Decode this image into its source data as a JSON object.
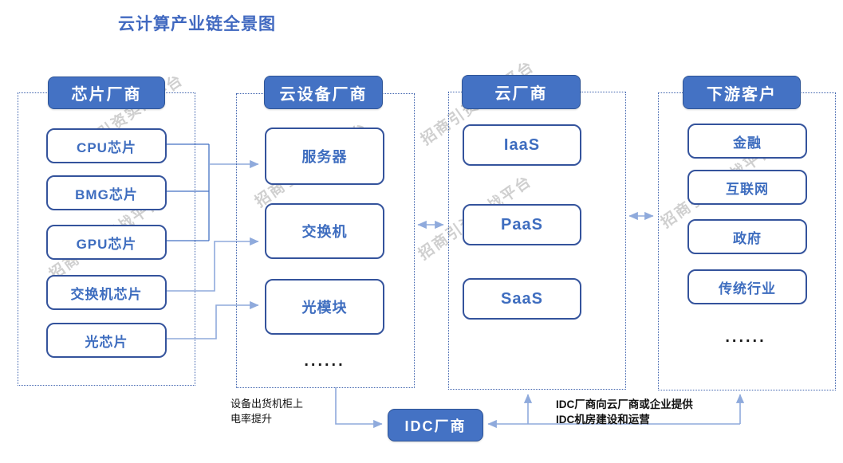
{
  "title": "云计算产业链全景图",
  "watermark": {
    "text": "招商引资实战平台",
    "color": "#b2b2b2"
  },
  "colors": {
    "accent": "#4472c4",
    "box_border": "#34539c",
    "dotted_border": "#3f63ae",
    "dark_line": "#4472c4",
    "light_line": "#8faadc",
    "blue_text": "#3e6dbf",
    "title_text": "#4169c0"
  },
  "columns": [
    {
      "header": "芯片厂商",
      "items": [
        "CPU芯片",
        "BMG芯片",
        "GPU芯片",
        "交换机芯片",
        "光芯片"
      ],
      "ellipsis": ""
    },
    {
      "header": "云设备厂商",
      "items": [
        "服务器",
        "交换机",
        "光模块"
      ],
      "ellipsis": "......"
    },
    {
      "header": "云厂商",
      "items": [
        "IaaS",
        "PaaS",
        "SaaS"
      ],
      "ellipsis": ""
    },
    {
      "header": "下游客户",
      "items": [
        "金融",
        "互联网",
        "政府",
        "传统行业"
      ],
      "ellipsis": "......"
    }
  ],
  "idc": {
    "label": "IDC厂商"
  },
  "annotations": {
    "left": "设备出货机柜上电率提升",
    "right": "IDC厂商向云厂商或企业提供IDC机房建设和运营"
  }
}
